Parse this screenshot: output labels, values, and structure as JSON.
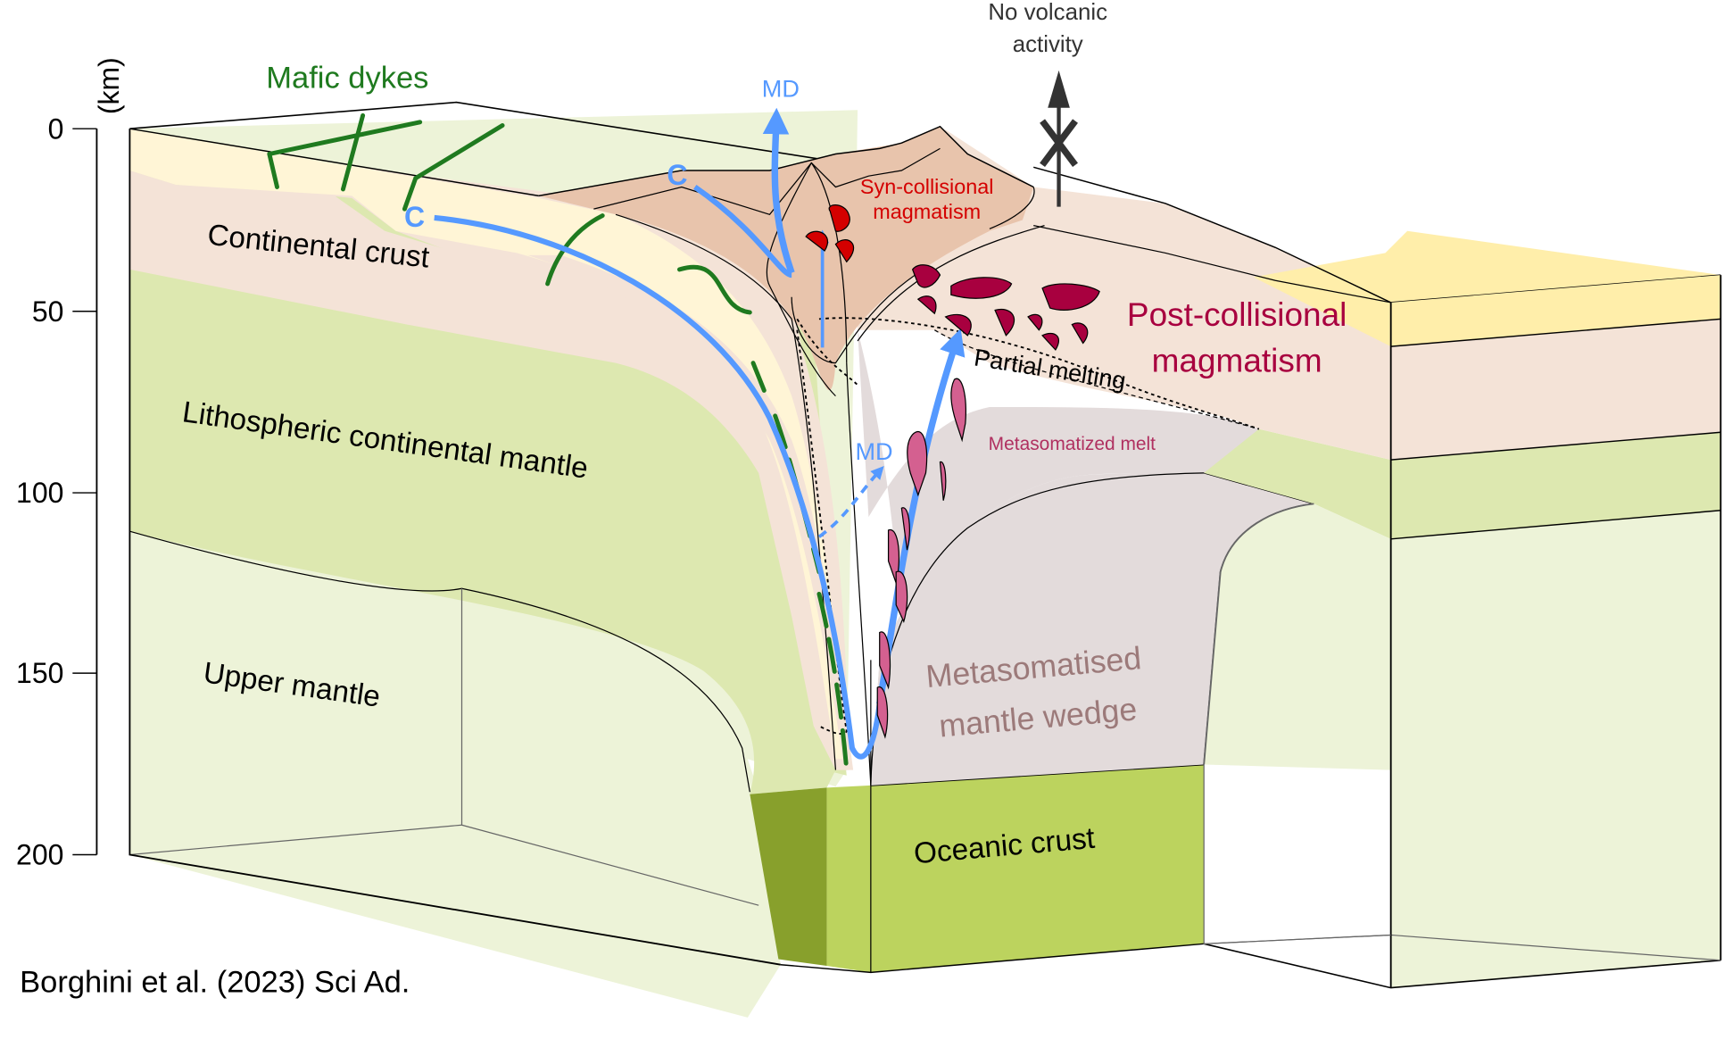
{
  "figure": {
    "citation": "Borghini et al. (2023) Sci Ad.",
    "depth_axis": {
      "unit": "(km)",
      "ticks": [
        "0",
        "50",
        "100",
        "150",
        "200"
      ],
      "range_km": [
        0,
        200
      ]
    },
    "layers": {
      "continental_crust": "Continental crust",
      "lithospheric_mantle": "Lithospheric continental mantle",
      "upper_mantle": "Upper mantle",
      "oceanic_crust": "Oceanic crust",
      "mantle_wedge_line1": "Metasomatised",
      "mantle_wedge_line2": "mantle wedge"
    },
    "annotations": {
      "mafic_dykes": "Mafic dykes",
      "no_volcanic_line1": "No volcanic",
      "no_volcanic_line2": "activity",
      "syn_collisional_line1": "Syn-collisional",
      "syn_collisional_line2": "magmatism",
      "post_collisional_line1": "Post-collisional",
      "post_collisional_line2": "magmatism",
      "partial_melting": "Partial melting",
      "metasomatized_melt": "Metasomatized melt",
      "md_top": "MD",
      "md_lower": "MD",
      "c_left": "C",
      "c_upper": "C"
    },
    "colors": {
      "sediment": "#fff5d6",
      "continental_crust": "#f4e3d7",
      "orogen": "#e8c4ac",
      "lithospheric_mantle": "#dde8b0",
      "upper_mantle": "#edf3d8",
      "oceanic_crust": "#bcd35e",
      "oceanic_crust_dark": "#88a02c",
      "mantle_wedge": "#e3dbdb",
      "yellow_cap": "#ffeeaa",
      "arrow_blue": "#5599ff",
      "dyke_green": "#1f7a1f",
      "syn_melt": "#d40000",
      "post_melt": "#a8003f",
      "meta_melt": "#d46090",
      "no_volcanic_arrow": "#333333"
    }
  }
}
